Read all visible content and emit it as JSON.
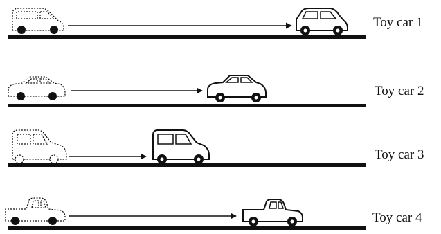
{
  "rows": [
    {
      "label": "Toy car 1"
    },
    {
      "label": "Toy car 2"
    },
    {
      "label": "Toy car 3"
    },
    {
      "label": "Toy car 4"
    }
  ],
  "colors": {
    "ink": "#111111",
    "paper": "#ffffff"
  },
  "icons": {
    "start_car": "dotted-car-outline-icon",
    "end_car": "solid-car-outline-icon",
    "motion": "arrow-right-icon"
  }
}
